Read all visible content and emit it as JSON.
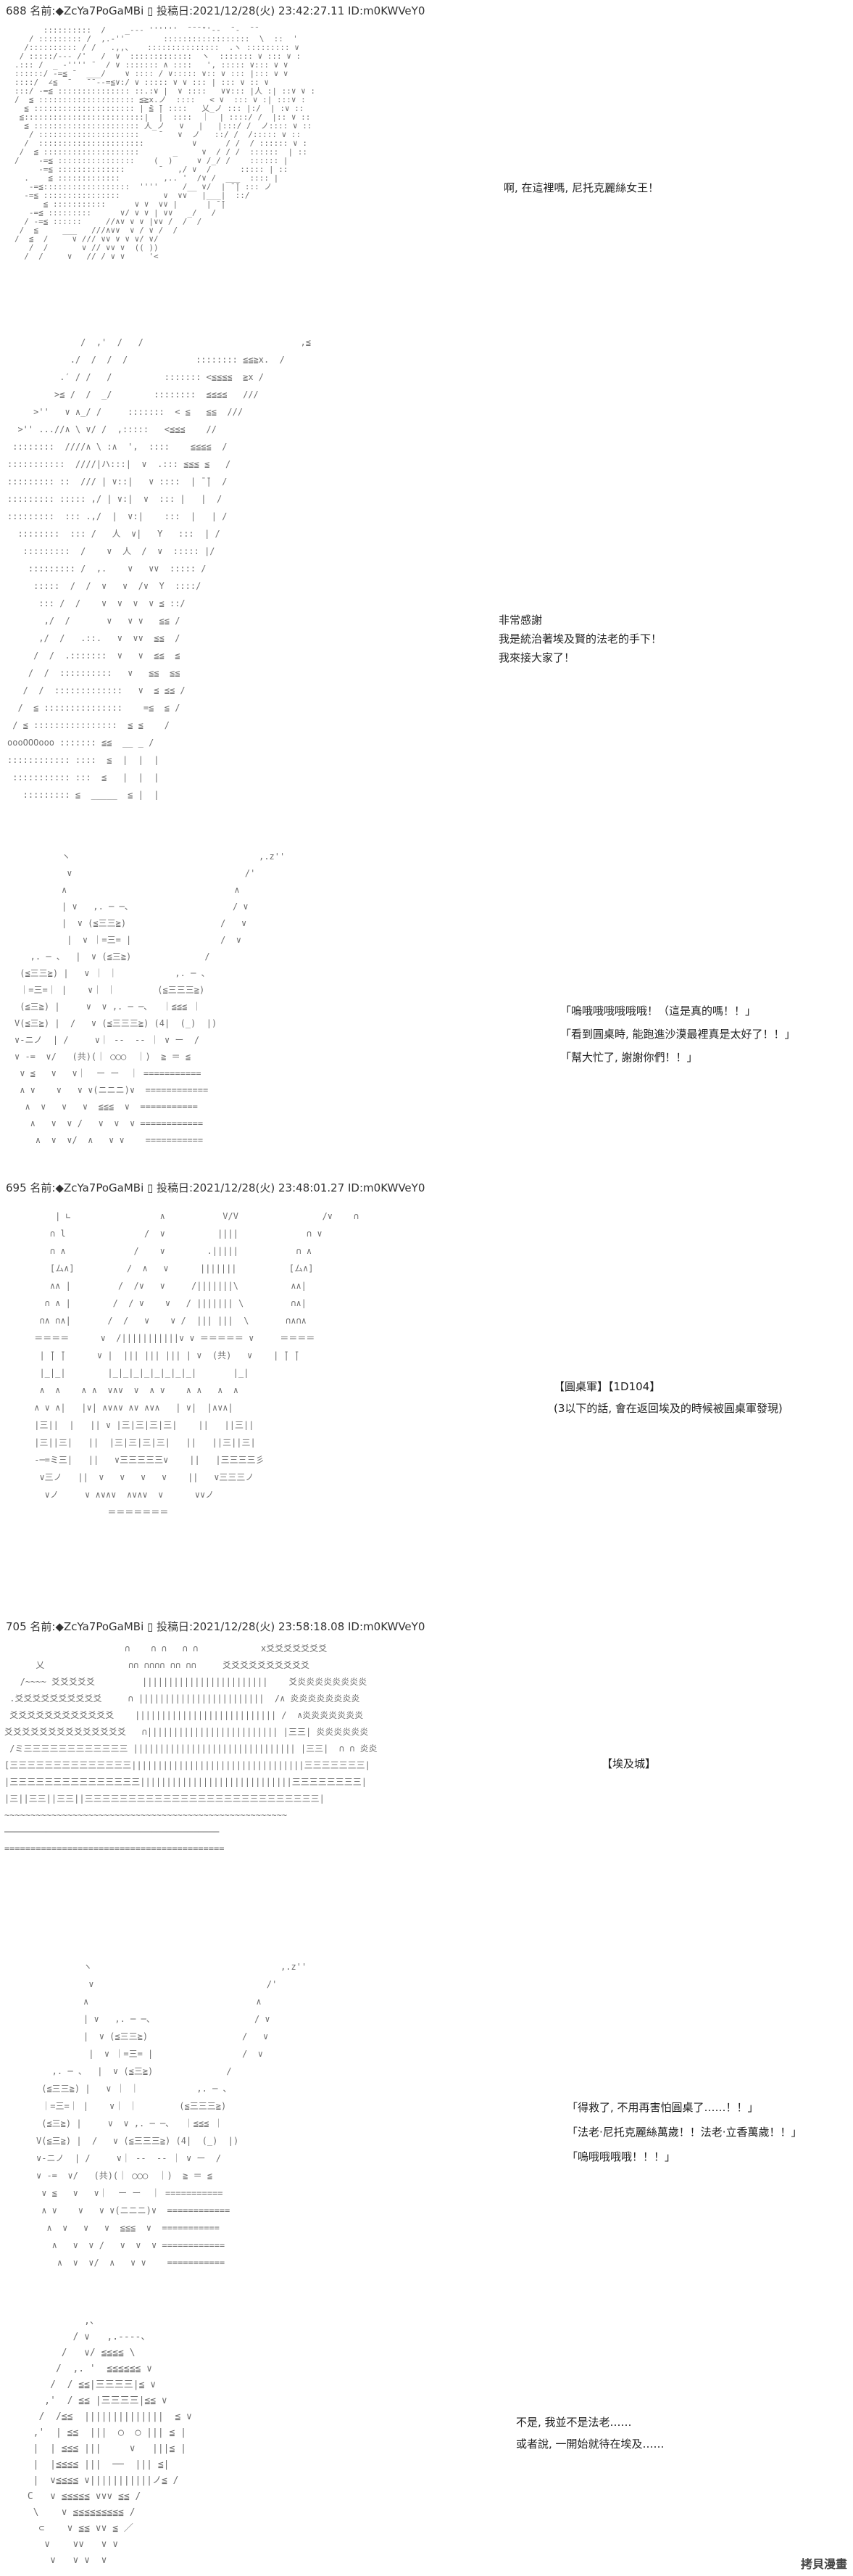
{
  "posts": [
    {
      "header": "688 名前:◆ZcYa7PoGaMBi ▯ 投稿日:2021/12/28(火) 23:42:27.11 ID:m0KWVeY0"
    },
    {
      "header": "695 名前:◆ZcYa7PoGaMBi ▯ 投稿日:2021/12/28(火) 23:48:01.27 ID:m0KWVeY0"
    },
    {
      "header": "705 名前:◆ZcYa7PoGaMBi ▯ 投稿日:2021/12/28(火) 23:58:18.08 ID:m0KWVeY0"
    }
  ],
  "panels": [
    {
      "lines": [
        "啊, 在這裡嗎, 尼托克麗絲女王！"
      ]
    },
    {
      "lines": [
        "非常感謝",
        "我是統治著埃及賢的法老的手下！",
        "  我來接大家了！"
      ]
    },
    {
      "lines": [
        "「嗚哦哦哦哦哦哦！（這是真的嗎！！」",
        "「看到圓桌時, 能跑進沙漠最裡真是太好了！！」",
        "「幫大忙了, 謝謝你們！！」"
      ]
    },
    {
      "lines": [
        "【圓桌軍】【1D104】",
        "(3以下的話, 會在返回埃及的時候被圓桌軍發現)"
      ]
    },
    {
      "lines": [
        "【埃及城】"
      ]
    },
    {
      "lines": [
        "「得救了, 不用再害怕圓桌了……！！」",
        "「法老·尼托克麗絲萬歲！！法老·立香萬歲！！」",
        "「嗚哦哦哦哦！！！」"
      ]
    },
    {
      "lines": [
        "不是, 我並不是法老……",
        "或者說, 一開始就待在埃及……"
      ]
    }
  ],
  "watermark": "拷貝漫畫",
  "ascii_art": {
    "p1": [
      "      ::::::::::  /    _-‐‐ ''''''  ̄ ̄ ̄ ̄''‐-  ̄ -  ̄ ̄",
      "   / ::::::::: /  ,.-''        ::::::::::::::::::  \\  ::  '",
      "  /:::::::::: / /   .,,、   :::::::::::::::  .ヽ ::::::::: ∨",
      " / :::::/-‐‐ /'   /  ∨  :::::::::::::  ヽ  ::::::: ∨ ::: ∨ :",
      ".::: /  _ -'''' ̄   / ∨ ::::::: ∧ ::::   ', ::::: ∨::: ∨ ∨",
      "::::::/ ‐=≦ ̄   ___/    ∨ :::: / ∨::::: ∨:: ∨ ::: |::: ∨ ∨",
      "::::/  ∠≦  ̄    ̄ ̄ ‐-=≦∨:/ ∨ ::::: ∨ ∨ ::: | ::: ∨ :: ∨",
      ":::/ ‐=≦ ::::::::::::::: ::.:∨ |  ∨ ::::   ∨∨::: |人 :| ::∨ ∨ :",
      "/  ≦ :::::::::::::::::::: ≦≧x.ノ  ::::   < ∨  ::: ∨ :| :::∨ :",
      "  ≦ ::::::::::::::::::::: | ̄≦ ̄| ::::   乂_ノ ::: |:/  | :∨ ::",
      " ≦:::::::::::::::::::::::::|  |  ::::  ｜  | ::::/ /  |:: ∨ ::",
      "  ≦ :::::::::::::::::::::: 人_ノ   ∨   |   |:::/ /  ノ:::: ∨ ::",
      "   / :::::::::::::::::::::    ̄    ∨  ノ   ::/ /  /::::: ∨ ::",
      "  /  ::::::::::::::::::::::          ∨      / /  / :::::: ∨ :",
      " /  ≦ ::::::::::::::::::::       _     ∨  / / /  ::::::  | ::",
      "/    ‐=≦ ::::::::::::::::    (  )     ∨ /_/ /    :::::: |  ",
      "     ‐=≦ ::::::::::::::       ̄    ,/ ∨  /      ::::: | ::",
      "  .    ≦ :::::::::::::         ,.. '  /∨ /  ___  :::: |  ",
      "   ‐=≦::::::::::::::::::  ''''     /__ ∨/  | ̄ ̄| ::: ノ ",
      "  ‐=≦ ::::::::::::::::         ∨  ∨∨   |___|  ::/ ",
      "      ≦ :::::::::::      ∨ ∨  ∨∨ |      | ̄ ̄|  ",
      "   ‐=≦ :::::::::      ∨/ ∨ ∨ | ∨∨   _/   /  ",
      "  / ‐=≦ ::::::     //∧∨ ∨ ∨ |∨∨ /  /  / ",
      " /  ≦     ___   ///∧∨∨  ∨ / ∨ /  /  ",
      "/  ≦  /     ∨ /// ∨∨ ∨ ∨ ∨/ ∨/   ",
      "   /  /       ∨ // ∨∨ ∨  (( ))  ",
      "  /  /     ∨   // / ∨ ∨     '<  "
    ],
    "p2": [
      "              /  ,'  /   /                              ,≦",
      "            ./  /  /  /             :::::::: ≦≦≧x.  /",
      "          .′ / /   /          ::::::: <≦≦≦≦  ≧x /",
      "         >≦ /  /  _/        ::::::::  ≦≦≦≦   ///",
      "     >''   ∨ ∧_/ /     :::::::  < ≦   ≦≦  ///",
      "  >'' ...//∧ \\ ∨/ /  ,:::::   <≦≦≦    //",
      " ::::::::  ////∧ \\ :∧  ',  ::::    ≦≦≦≦  /",
      ":::::::::::  ////|ハ:::|  ∨  .::: ≦≦≦ ≦   /",
      "::::::::: ::  /// | ∨::|   ∨ ::::  | ̄ ̄|  /",
      "::::::::: ::::: ,/ | ∨:|  ∨  ::: |   |  /",
      ":::::::::  ::: .,/  |  ∨:|    :::  |   | /",
      "  ::::::::  ::: /   人  ∨|   Y   :::  | /  ",
      "   :::::::::  /    ∨  人  /  ∨  ::::: |/   ",
      "    ::::::::: /  ,.    ∨   ∨∨  ::::: /   ",
      "     :::::  /  /  ∨   ∨  /∨  Y  ::::/   ",
      "      ::: /  /    ∨  ∨  ∨  ∨ ≦ ::/  ",
      "       ,/  /       ∨   ∨ ∨   ≦≦ /  ",
      "      ,/  /   .::.   ∨  ∨∨  ≦≦  /  ",
      "     /  /  .:::::::  ∨   ∨  ≦≦  ≦ ",
      "    /  /  ::::::::::   ∨   ≦≦  ≦≦ ",
      "   /  /  :::::::::::::   ∨  ≦ ≦≦ /",
      "  /  ≦ :::::::::::::::    =≦  ≦ /",
      " / ≦ ::::::::::::::::  ≦ ≦    /",
      "oooOOOooo ::::::: ≦≦  __ _ /",
      ":::::::::::: ::::  ≦  |  |  | ",
      " ::::::::::: :::  ≦   |  |  |",
      "   ::::::::: ≦  _____  ≦ |  |"
    ],
    "p3": [
      "         ヽ                                    ,.z''",
      "          ∨                                 /'",
      "         ∧                                ∧",
      "         | ∨   ,. ─ ─、                   / ∨",
      "         |  ∨ (≦三三≧)                  /   ∨",
      "          |  ∨ ｜=三= |                 /  ∨ ",
      "   ,. ─ 、  |  ∨ (≦三≧)              / ",
      " (≦三三≧) |   ∨ ｜ ｜           ,. ─ 、 ",
      " ｜=三=｜ |    ∨｜ ｜        (≦三三三≧) ",
      " (≦三≧) |     ∨  ∨ ,. ─ ─、  ｜≦≦≦ ｜ ",
      "V(≦三≧) |  /   ∨ (≦三三三≧) (4|  (_)  |) ",
      "∨-ニノ  | /     ∨｜ ‐‐  ‐‐ ｜ ∨ ー  / ",
      "∨ ‐=  ∨/   (共)(｜ ◯◯◯  ｜)  ≧ ＝ ≦ ",
      " ∨ ≦   ∨   ∨｜  ー ー  ｜ ===========",
      " ∧ ∨    ∨   ∨ ∨(ニニニ)∨  ============",
      "  ∧  ∨   ∨   ∨  ≦≦≦  ∨  ===========",
      "   ∧   ∨  ∨ /   ∨  ∨  ∨ ============",
      "    ∧  ∨  ∨/  ∧   ∨ ∨    ==========="
    ],
    "p4": [
      "     | ∟                 ∧           V/V                /∨    ∩",
      "    ∩ l               /  ∨          ||||             ∩ ∨    ",
      "    ∩ ∧             /    ∨        .|||||           ∩ ∧",
      "    [ム∧]          /  ∧   ∨      |||||||          [ム∧]",
      "    ∧∧ |         /  /∨   ∨     /|||||||\\          ∧∧|",
      "   ∩ ∧ |        /  / ∨    ∨   / ||||||| \\         ∩∧|",
      "  ∩∧ ∩∧|       /  /   ∨    ∨ /  ||| |||  \\       ∩∧∩∧",
      " ＝＝＝＝      ∨  /|||||||||||∨ ∨ ＝＝＝＝＝ ∨     ＝＝＝＝",
      "  | ̄| ̄|      ∨ |  ||| ||| ||| | ∨  (共)   ∨    | ̄| ̄|",
      "  |_|_|        |_|_|_|_|_|_|_|_|       |_|  ",
      "  ∧  ∧    ∧ ∧  ∨∧∨  ∨  ∧ ∨    ∧ ∧   ∧  ∧",
      " ∧ ∨ ∧|   |∨| ∧∨∧∨ ∧∨ ∧∨∧   | ∨|  |∧∨∧|",
      " |三||  |   || ∨ |三|三|三|三|    ||   ||三||",
      " |三||三|   ||  |三|三|三|三|   ||   ||三||三|",
      " ‐─=ミ三|   ||   ∨三三三三三∨    ||   |三三三三彡",
      "  ∨三ノ   ||  ∨   ∨   ∨   ∨    ||   ∨三三三ノ",
      "   ∨ノ     ∨ ∧∨∧∨  ∧∨∧∨  ∨      ∨∨ノ",
      "               ＝＝＝＝＝＝＝"
    ],
    "p5": [
      "                       ∩    ∩ ∩   ∩ ∩            x爻爻爻爻爻爻爻",
      "      乂                ∩∩ ∩∩∩∩ ∩∩ ∩∩     爻爻爻爻爻爻爻爻爻爻",
      "   /~~~~ 爻爻爻爻爻         ||||||||||||||||||||||||    爻炎炎炎炎炎炎炎炎",
      " .爻爻爻爻爻爻爻爻爻爻     ∩ ||||||||||||||||||||||||  /∧ 炎炎炎炎炎炎炎炎",
      " 爻爻爻爻爻爻爻爻爻爻爻爻    ||||||||||||||||||||||||||| /  ∧炎炎炎炎炎炎炎",
      "爻爻爻爻爻爻爻爻爻爻爻爻爻爻   ∩||||||||||||||||||||||||| |三三| 炎炎炎炎炎炎",
      " /ミ三三三三三三三三三三三三 ||||||||||||||||||||||||||||||| |三三|  ∩ ∩ 炎炎",
      "[三三三三三三三三三三三三三三|||||||||||||||||||||||||||||||||三三三三三三三|",
      "|三三三三三三三三三三三三三三三|||||||||||||||||||||||||||||三三三三三三三三|",
      "|三||三三||三三||三三三三三三三三三三三三三三三三三三三三三三三三三三三|",
      "~~~~~~~~~~~~~~~~~~~~~~~~~~~~~~~~~~~~~~~~~~~~~~~~~~~~~~",
      "─────────────────────────────────────────",
      "=========================================="
    ],
    "p7": [
      "           ,、",
      "         / ∨   ,.-‐‐-、",
      "       /   ∨/ ≦≦≦≦ \\",
      "      /  ,. '  ≦≦≦≦≦≦ ∨",
      "     /  / ≦≦|三三三三|≦ ∨",
      "    ,'  / ≦≦ |三三三三|≦≦ ∨",
      "   /  /≦≦  ||||||||||||||  ≦ ∨",
      "  ,'  | ≦≦  |||  ◯  ◯ ||| ≦ |",
      "  |  | ≦≦≦ |||     ∨   |||≦ |",
      "  |  |≦≦≦≦ |||  ──  ||| ≦|",
      "  |  ∨≦≦≦≦ ∨|||||||||||ノ≦ /",
      " C   ∨ ≦≦≦≦≦ ∨∨∨ ≦≦ /",
      "  \\    ∨ ≦≦≦≦≦≦≦≦≦ /",
      "   ⊂    ∨ ≦≦ ∨∨ ≦ ／",
      "    ∨    ∨∨   ∨ ∨  ",
      "     ∨   ∨ ∨  ∨   "
    ]
  }
}
